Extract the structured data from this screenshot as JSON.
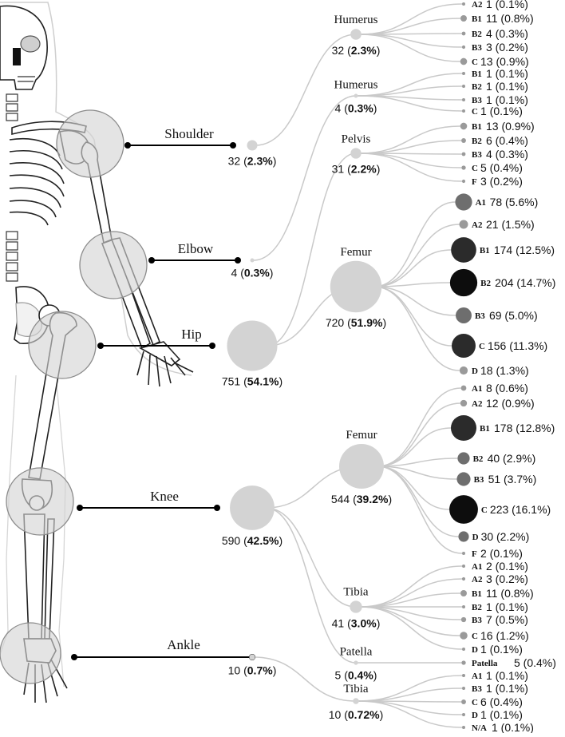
{
  "regions": [
    {
      "name": "Shoulder",
      "count": 32,
      "pct": "2.3%",
      "bones": [
        {
          "name": "Humerus",
          "count": 32,
          "pct": "2.3%",
          "leaves": [
            {
              "code": "A2",
              "count": 1,
              "pct": "0.1%"
            },
            {
              "code": "B1",
              "count": 11,
              "pct": "0.8%"
            },
            {
              "code": "B2",
              "count": 4,
              "pct": "0.3%"
            },
            {
              "code": "B3",
              "count": 3,
              "pct": "0.2%"
            },
            {
              "code": "C",
              "count": 13,
              "pct": "0.9%"
            }
          ]
        }
      ]
    },
    {
      "name": "Elbow",
      "count": 4,
      "pct": "0.3%",
      "bones": [
        {
          "name": "Humerus",
          "count": 4,
          "pct": "0.3%",
          "leaves": [
            {
              "code": "B1",
              "count": 1,
              "pct": "0.1%"
            },
            {
              "code": "B2",
              "count": 1,
              "pct": "0.1%"
            },
            {
              "code": "B3",
              "count": 1,
              "pct": "0.1%"
            },
            {
              "code": "C",
              "count": 1,
              "pct": "0.1%"
            }
          ]
        }
      ]
    },
    {
      "name": "Hip",
      "count": 751,
      "pct": "54.1%",
      "bones": [
        {
          "name": "Pelvis",
          "count": 31,
          "pct": "2.2%",
          "leaves": [
            {
              "code": "B1",
              "count": 13,
              "pct": "0.9%"
            },
            {
              "code": "B2",
              "count": 6,
              "pct": "0.4%"
            },
            {
              "code": "B3",
              "count": 4,
              "pct": "0.3%"
            },
            {
              "code": "C",
              "count": 5,
              "pct": "0.4%"
            },
            {
              "code": "F",
              "count": 3,
              "pct": "0.2%"
            }
          ]
        },
        {
          "name": "Femur",
          "count": 720,
          "pct": "51.9%",
          "leaves": [
            {
              "code": "A1",
              "count": 78,
              "pct": "5.6%"
            },
            {
              "code": "A2",
              "count": 21,
              "pct": "1.5%"
            },
            {
              "code": "B1",
              "count": 174,
              "pct": "12.5%"
            },
            {
              "code": "B2",
              "count": 204,
              "pct": "14.7%"
            },
            {
              "code": "B3",
              "count": 69,
              "pct": "5.0%"
            },
            {
              "code": "C",
              "count": 156,
              "pct": "11.3%"
            },
            {
              "code": "D",
              "count": 18,
              "pct": "1.3%"
            }
          ]
        }
      ]
    },
    {
      "name": "Knee",
      "count": 590,
      "pct": "42.5%",
      "bones": [
        {
          "name": "Femur",
          "count": 544,
          "pct": "39.2%",
          "leaves": [
            {
              "code": "A1",
              "count": 8,
              "pct": "0.6%"
            },
            {
              "code": "A2",
              "count": 12,
              "pct": "0.9%"
            },
            {
              "code": "B1",
              "count": 178,
              "pct": "12.8%"
            },
            {
              "code": "B2",
              "count": 40,
              "pct": "2.9%"
            },
            {
              "code": "B3",
              "count": 51,
              "pct": "3.7%"
            },
            {
              "code": "C",
              "count": 223,
              "pct": "16.1%"
            },
            {
              "code": "D",
              "count": 30,
              "pct": "2.2%"
            },
            {
              "code": "F",
              "count": 2,
              "pct": "0.1%"
            }
          ]
        },
        {
          "name": "Tibia",
          "count": 41,
          "pct": "3.0%",
          "leaves": [
            {
              "code": "A1",
              "count": 2,
              "pct": "0.1%"
            },
            {
              "code": "A2",
              "count": 3,
              "pct": "0.2%"
            },
            {
              "code": "B1",
              "count": 11,
              "pct": "0.8%"
            },
            {
              "code": "B2",
              "count": 1,
              "pct": "0.1%"
            },
            {
              "code": "B3",
              "count": 7,
              "pct": "0.5%"
            },
            {
              "code": "C",
              "count": 16,
              "pct": "1.2%"
            },
            {
              "code": "D",
              "count": 1,
              "pct": "0.1%"
            }
          ]
        },
        {
          "name": "Patella",
          "count": 5,
          "pct": "0.4%",
          "leaves": [
            {
              "code": "Patella",
              "count": 5,
              "pct": "0.4%"
            }
          ]
        }
      ]
    },
    {
      "name": "Ankle",
      "count": 10,
      "pct": "0.7%",
      "bones": [
        {
          "name": "Tibia",
          "count": 10,
          "pct": "0.72%",
          "leaves": [
            {
              "code": "A1",
              "count": 1,
              "pct": "0.1%"
            },
            {
              "code": "B3",
              "count": 1,
              "pct": "0.1%"
            },
            {
              "code": "C",
              "count": 6,
              "pct": "0.4%"
            },
            {
              "code": "D",
              "count": 1,
              "pct": "0.1%"
            },
            {
              "code": "N/A",
              "count": 1,
              "pct": "0.1%"
            }
          ]
        }
      ]
    }
  ],
  "colors": {
    "region_node": "#d3d3d3",
    "link": "#c9c9c9",
    "leaf_light": "#9a9a9a",
    "leaf_mid": "#6e6e6e",
    "leaf_dark": "#2b2b2b",
    "leaf_darkest": "#0d0d0d"
  }
}
